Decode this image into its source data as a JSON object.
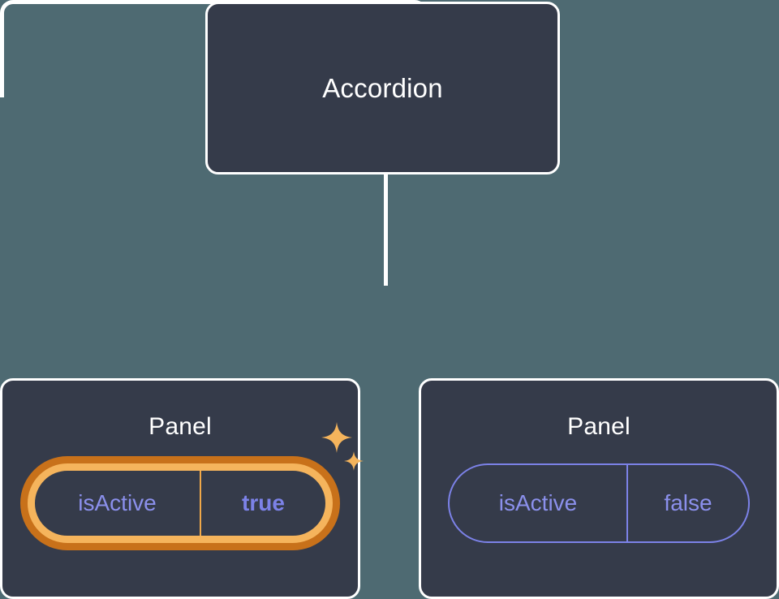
{
  "theme": {
    "background": "#4e6a72",
    "card_fill": "#353b4a",
    "card_border": "#ffffff",
    "connector": "#ffffff",
    "prop_accent": "#7c82e8",
    "highlight_inner_ring": "#f5b45c",
    "highlight_outer_ring": "#c8711a",
    "sparkle": "#f5b45c",
    "title_color": "#ffffff"
  },
  "tree": {
    "root": {
      "title": "Accordion"
    },
    "children": [
      {
        "title": "Panel",
        "highlighted": true,
        "prop": {
          "key": "isActive",
          "value": "true"
        },
        "decoration": {
          "big_sparkle": "sparkle-icon",
          "small_sparkle": "sparkle-icon"
        }
      },
      {
        "title": "Panel",
        "highlighted": false,
        "prop": {
          "key": "isActive",
          "value": "false"
        }
      }
    ]
  }
}
